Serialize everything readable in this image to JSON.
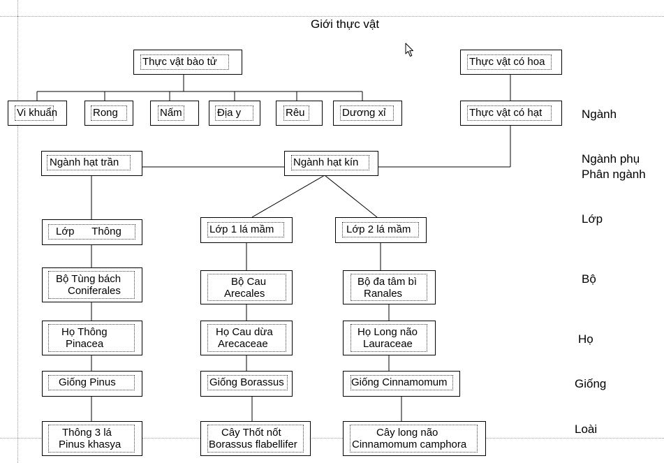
{
  "title": "Giới thực vật",
  "nodes": {
    "bao_tu": "Thực vật bào tử",
    "co_hoa": "Thực vật có hoa",
    "vi_khuan": "Vi khuẩn",
    "rong": "Rong",
    "nam": "Nấm",
    "dia_y": "Địa y",
    "reu": "Rêu",
    "duong_xi": "Dương xỉ",
    "co_hat": "Thực vật có hạt",
    "hat_tran": "Ngành hạt trần",
    "hat_kin": "Ngành hạt kín",
    "lop_thong": "Lớp      Thông",
    "lop_1": "Lớp 1 lá mầm",
    "lop_2": "Lớp 2 lá mầm",
    "bo_tung_1": "Bộ Tùng bách",
    "bo_tung_2": "Coniferales",
    "bo_cau_1": "Bộ Cau",
    "bo_cau_2": "Arecales",
    "bo_da_1": "Bộ đa tâm bì",
    "bo_da_2": "Ranales",
    "ho_thong_1": "Họ Thông",
    "ho_thong_2": "Pinacea",
    "ho_cau_1": "Họ Cau dừa",
    "ho_cau_2": "Arecaceae",
    "ho_long_1": "Họ Long não",
    "ho_long_2": "Lauraceae",
    "giong_pinus": "Giống Pinus",
    "giong_borassus": "Giống Borassus",
    "giong_cinna": "Giống Cinnamomum",
    "loai_thong_1": "Thông 3 lá",
    "loai_thong_2": "Pinus khasya",
    "loai_thot_1": "Cây Thốt nốt",
    "loai_thot_2": "Borassus flabellifer",
    "loai_long_1": "Cây long não",
    "loai_long_2": "Cinnamomum camphora"
  },
  "ranks": {
    "nganh": "Ngành",
    "nganh_phu": "Ngành phụ",
    "phan_nganh": "Phân ngành",
    "lop": "Lớp",
    "bo": "Bộ",
    "ho": "Họ",
    "giong": "Giống",
    "loai": "Loài"
  },
  "colors": {
    "line": "#000000",
    "guide": "#9a9a9a"
  },
  "icons": {
    "cursor": "mouse-pointer-icon"
  }
}
